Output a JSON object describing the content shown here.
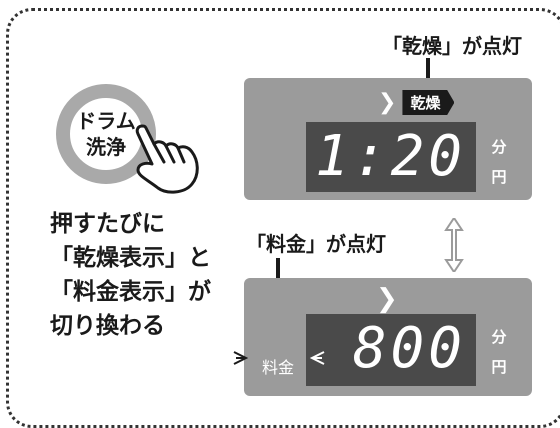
{
  "drum_button": {
    "line1": "ドラム",
    "line2": "洗浄"
  },
  "instructions": [
    "押すたびに",
    "「乾燥表示」と",
    "「料金表示」が",
    "切り換わる"
  ],
  "callouts": {
    "dry": "「乾燥」が点灯",
    "fee": "「料金」が点灯"
  },
  "display_dry": {
    "mode_label": "乾燥",
    "value": "1:20",
    "unit_top": "分",
    "unit_bottom": "円"
  },
  "display_fee": {
    "fee_label": "料金",
    "value": "800",
    "unit_top": "分",
    "unit_bottom": "円"
  },
  "colors": {
    "panel": "#9b9b9b",
    "screen": "#4a4a4a",
    "button_ring": "#a9a9a9"
  },
  "icons": {
    "hand": "pointing-hand-icon",
    "toggle": "up-down-arrow-icon",
    "chevron": "chevron-right-icon"
  }
}
